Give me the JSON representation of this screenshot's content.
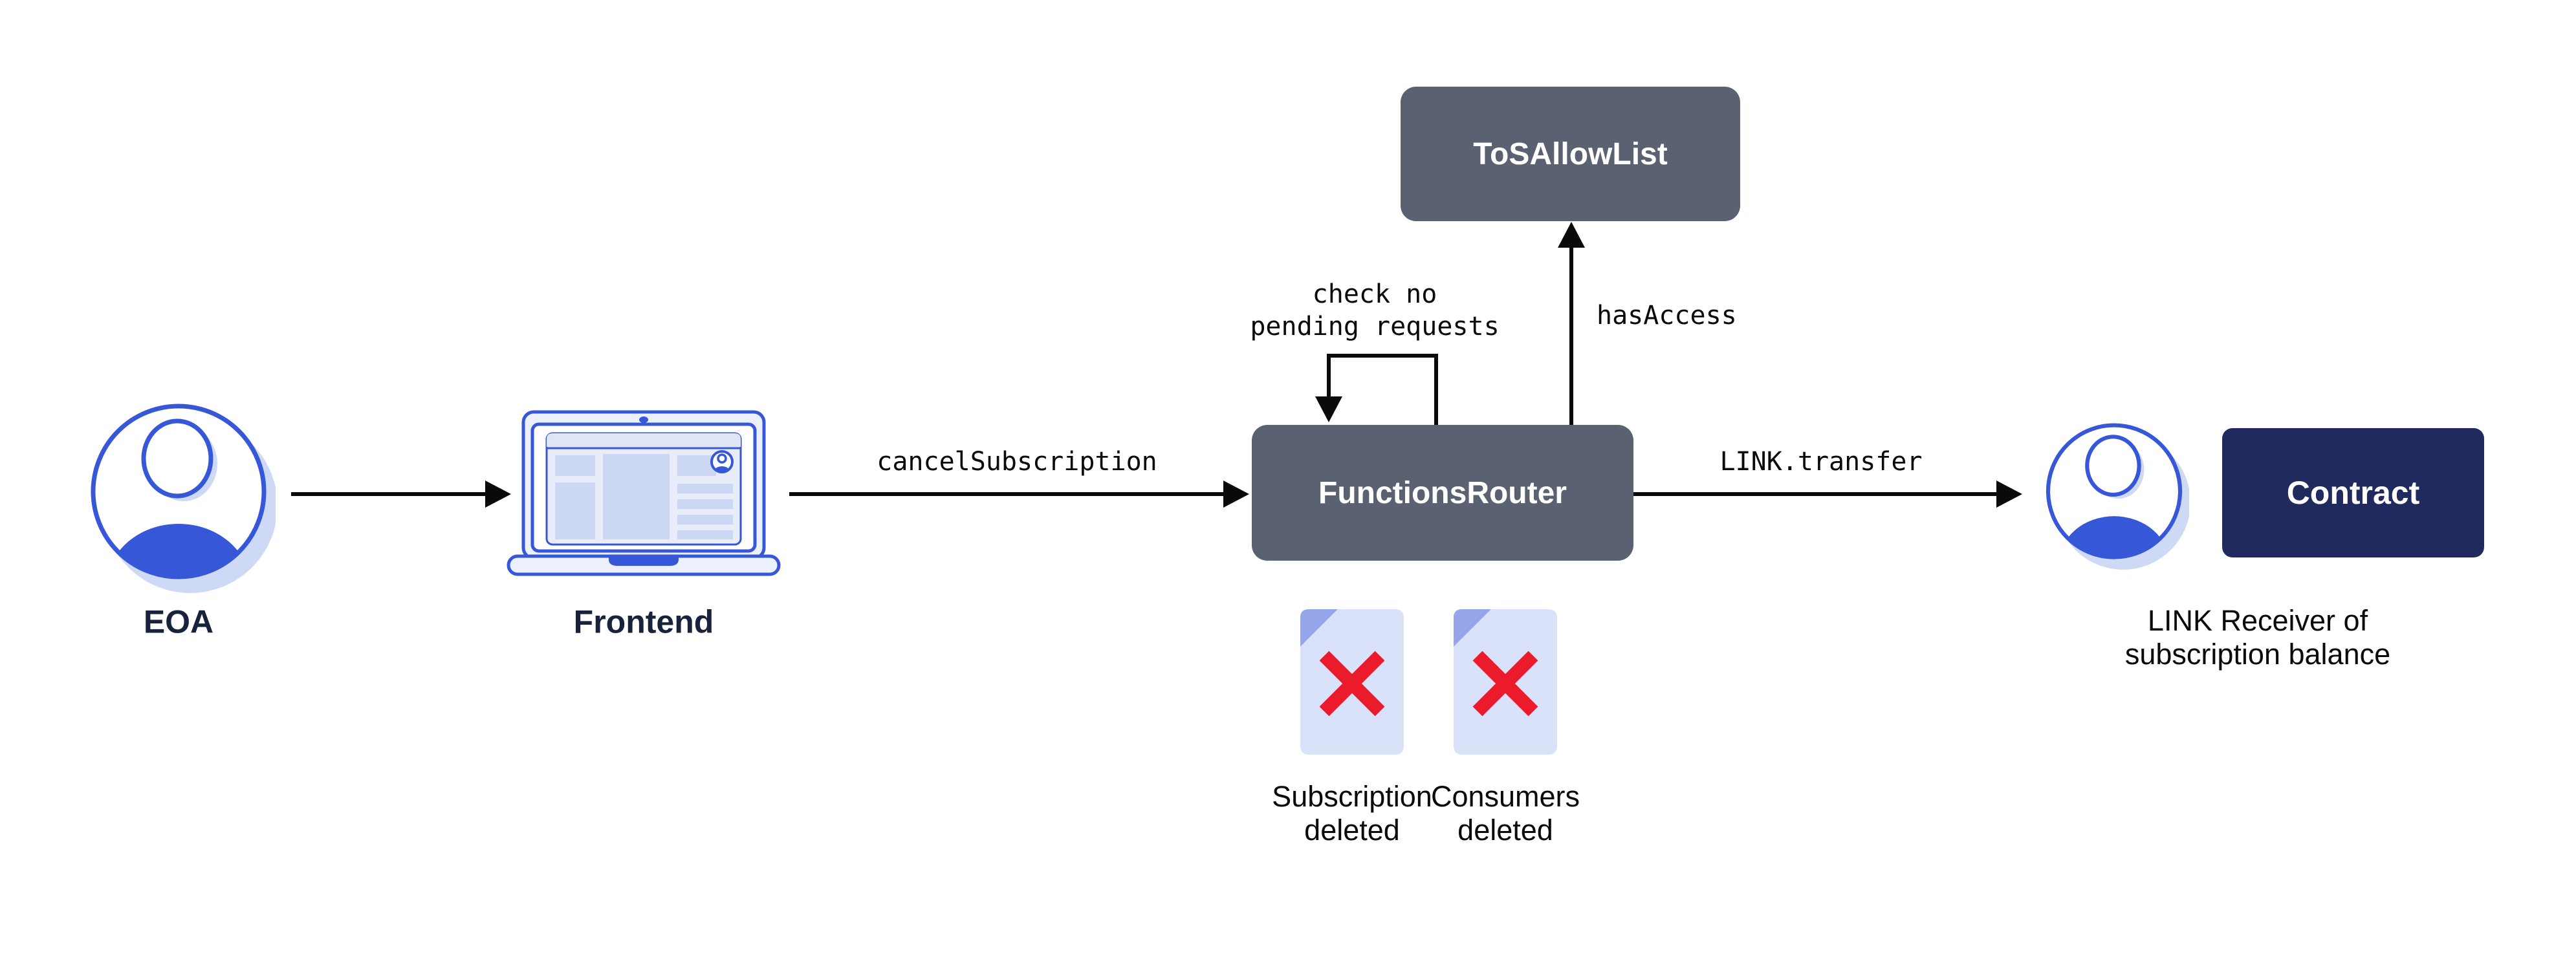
{
  "diagram": {
    "nodes": {
      "eoa": {
        "label": "EOA"
      },
      "frontend": {
        "label": "Frontend"
      },
      "functions_router": {
        "label": "FunctionsRouter"
      },
      "tos_allow_list": {
        "label": "ToSAllowList"
      },
      "contract": {
        "label": "Contract"
      },
      "link_receiver": {
        "caption_line1": "LINK Receiver of",
        "caption_line2": "subscription balance"
      }
    },
    "edges": {
      "frontend_to_router": {
        "label": "cancelSubscription"
      },
      "router_self_check": {
        "label_line1": "check no",
        "label_line2": "pending requests"
      },
      "router_to_tos": {
        "label": "hasAccess"
      },
      "router_to_receiver": {
        "label": "LINK.transfer"
      }
    },
    "artifacts": {
      "subscription_deleted": {
        "caption_line1": "Subscription",
        "caption_line2": "deleted"
      },
      "consumers_deleted": {
        "caption_line1": "Consumers",
        "caption_line2": "deleted"
      }
    },
    "colors": {
      "box_slate": "#5A6170",
      "box_navy": "#202A5E",
      "brand_blue": "#3557D8",
      "light_fill": "#ECF0FB",
      "panel_fill": "#E9EDF9",
      "panel_header": "#DFE5F5",
      "block_fill": "#CBD7F3",
      "shadow_blue": "#CDD9F5",
      "doc_fill": "#D9E2F8",
      "doc_fold": "#95A7E9",
      "delete_red": "#EC1B2B",
      "arrow_black": "#0A0A0A",
      "label_navy": "#18223A"
    }
  }
}
